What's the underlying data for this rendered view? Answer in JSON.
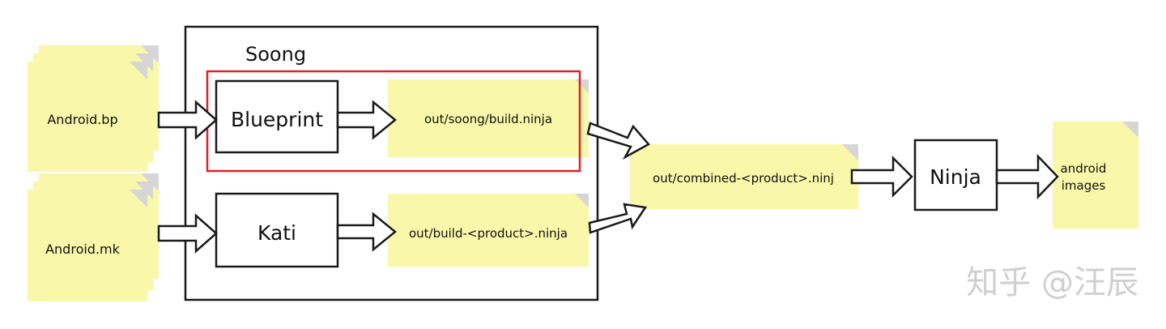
{
  "container": {
    "title": "Soong"
  },
  "inputs": [
    {
      "id": "bp",
      "label": "Android.bp"
    },
    {
      "id": "mk",
      "label": "Android.mk"
    }
  ],
  "processors": {
    "blueprint": "Blueprint",
    "kati": "Kati",
    "ninja": "Ninja"
  },
  "outputs": {
    "soong_ninja": "out/soong/build.ninja",
    "product_ninja": "out/build-<product>.ninja",
    "combined_ninja": "out/combined-<product>.ninj",
    "images_line1": "android",
    "images_line2": "images"
  },
  "highlight_color": "#e0202a",
  "note_color": "#f9f7a9",
  "watermark": "知乎 @汪辰"
}
